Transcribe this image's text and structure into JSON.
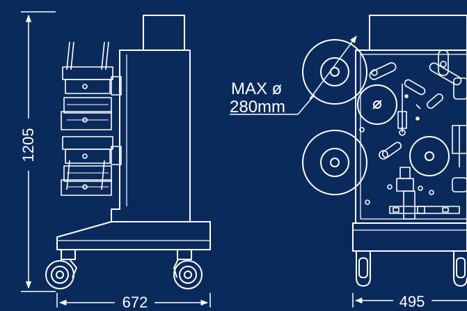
{
  "dimensions": {
    "height_label": "1205",
    "width_side_label": "672",
    "width_front_label": "495"
  },
  "callout": {
    "line1": "MAX ø",
    "line2": "280mm"
  },
  "colors": {
    "background": "#0b2a5c",
    "line": "#ffffff"
  }
}
